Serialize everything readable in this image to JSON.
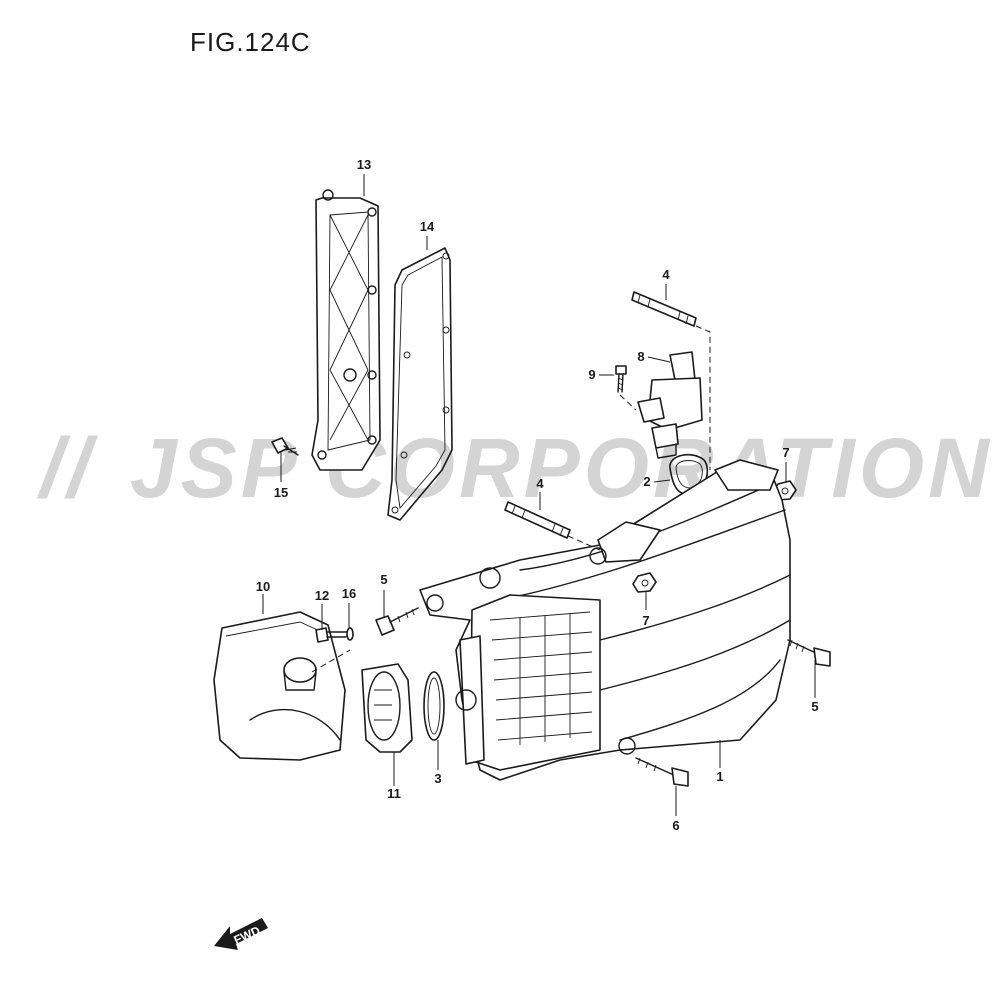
{
  "figure": {
    "title": "FIG.124C"
  },
  "watermark": {
    "text": "JSP CORPORATION",
    "color": "#d4d4d4"
  },
  "fwd": {
    "label": "FWD"
  },
  "callouts": [
    {
      "id": "c13",
      "label": "13"
    },
    {
      "id": "c14",
      "label": "14"
    },
    {
      "id": "c15",
      "label": "15"
    },
    {
      "id": "c4a",
      "label": "4"
    },
    {
      "id": "c8",
      "label": "8"
    },
    {
      "id": "c9",
      "label": "9"
    },
    {
      "id": "c2",
      "label": "2"
    },
    {
      "id": "c7a",
      "label": "7"
    },
    {
      "id": "c4b",
      "label": "4"
    },
    {
      "id": "c7b",
      "label": "7"
    },
    {
      "id": "c10",
      "label": "10"
    },
    {
      "id": "c12",
      "label": "12"
    },
    {
      "id": "c16",
      "label": "16"
    },
    {
      "id": "c5a",
      "label": "5"
    },
    {
      "id": "c5b",
      "label": "5"
    },
    {
      "id": "c11",
      "label": "11"
    },
    {
      "id": "c3",
      "label": "3"
    },
    {
      "id": "c1",
      "label": "1"
    },
    {
      "id": "c6",
      "label": "6"
    }
  ]
}
